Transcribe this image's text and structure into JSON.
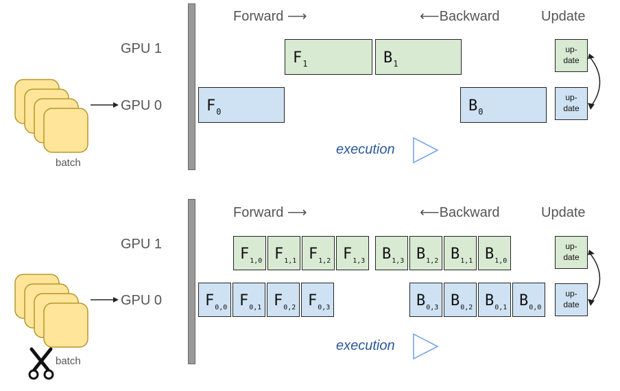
{
  "diagrams": [
    {
      "headers": {
        "forward": "Forward",
        "forward_arrow": "⟶",
        "backward_arrow": "⟵",
        "backward": "Backward",
        "update": "Update"
      },
      "gpu1_label": "GPU 1",
      "gpu0_label": "GPU 0",
      "batch_label": "batch",
      "execution_label": "execution",
      "gpu1_forward": [
        {
          "name": "F",
          "sub": "1"
        }
      ],
      "gpu1_backward": [
        {
          "name": "B",
          "sub": "1"
        }
      ],
      "gpu0_forward": [
        {
          "name": "F",
          "sub": "0"
        }
      ],
      "gpu0_backward": [
        {
          "name": "B",
          "sub": "0"
        }
      ],
      "update_box_text": [
        "up-",
        "date"
      ]
    },
    {
      "headers": {
        "forward": "Forward",
        "forward_arrow": "⟶",
        "backward_arrow": "⟵",
        "backward": "Backward",
        "update": "Update"
      },
      "gpu1_label": "GPU 1",
      "gpu0_label": "GPU 0",
      "batch_label": "batch",
      "execution_label": "execution",
      "gpu1_forward": [
        {
          "name": "F",
          "sub": "1,0"
        },
        {
          "name": "F",
          "sub": "1,1"
        },
        {
          "name": "F",
          "sub": "1,2"
        },
        {
          "name": "F",
          "sub": "1,3"
        }
      ],
      "gpu1_backward": [
        {
          "name": "B",
          "sub": "1,3"
        },
        {
          "name": "B",
          "sub": "1,2"
        },
        {
          "name": "B",
          "sub": "1,1"
        },
        {
          "name": "B",
          "sub": "1,0"
        }
      ],
      "gpu0_forward": [
        {
          "name": "F",
          "sub": "0,0"
        },
        {
          "name": "F",
          "sub": "0,1"
        },
        {
          "name": "F",
          "sub": "0,2"
        },
        {
          "name": "F",
          "sub": "0,3"
        }
      ],
      "gpu0_backward": [
        {
          "name": "B",
          "sub": "0,3"
        },
        {
          "name": "B",
          "sub": "0,2"
        },
        {
          "name": "B",
          "sub": "0,1"
        },
        {
          "name": "B",
          "sub": "0,0"
        }
      ],
      "update_box_text": [
        "up-",
        "date"
      ]
    }
  ],
  "colors": {
    "gpu1_block": "#d9ead3",
    "gpu0_block": "#cfe2f3",
    "batch_card": "#ffe599",
    "batch_border": "#b7952b",
    "execution_text": "#2b579a",
    "execution_triangle": "#6d9eeb"
  },
  "icons": [
    "batch-card-stack",
    "scissors-icon",
    "arrow-right-icon",
    "curved-arrow-icon",
    "execution-triangle-icon"
  ]
}
